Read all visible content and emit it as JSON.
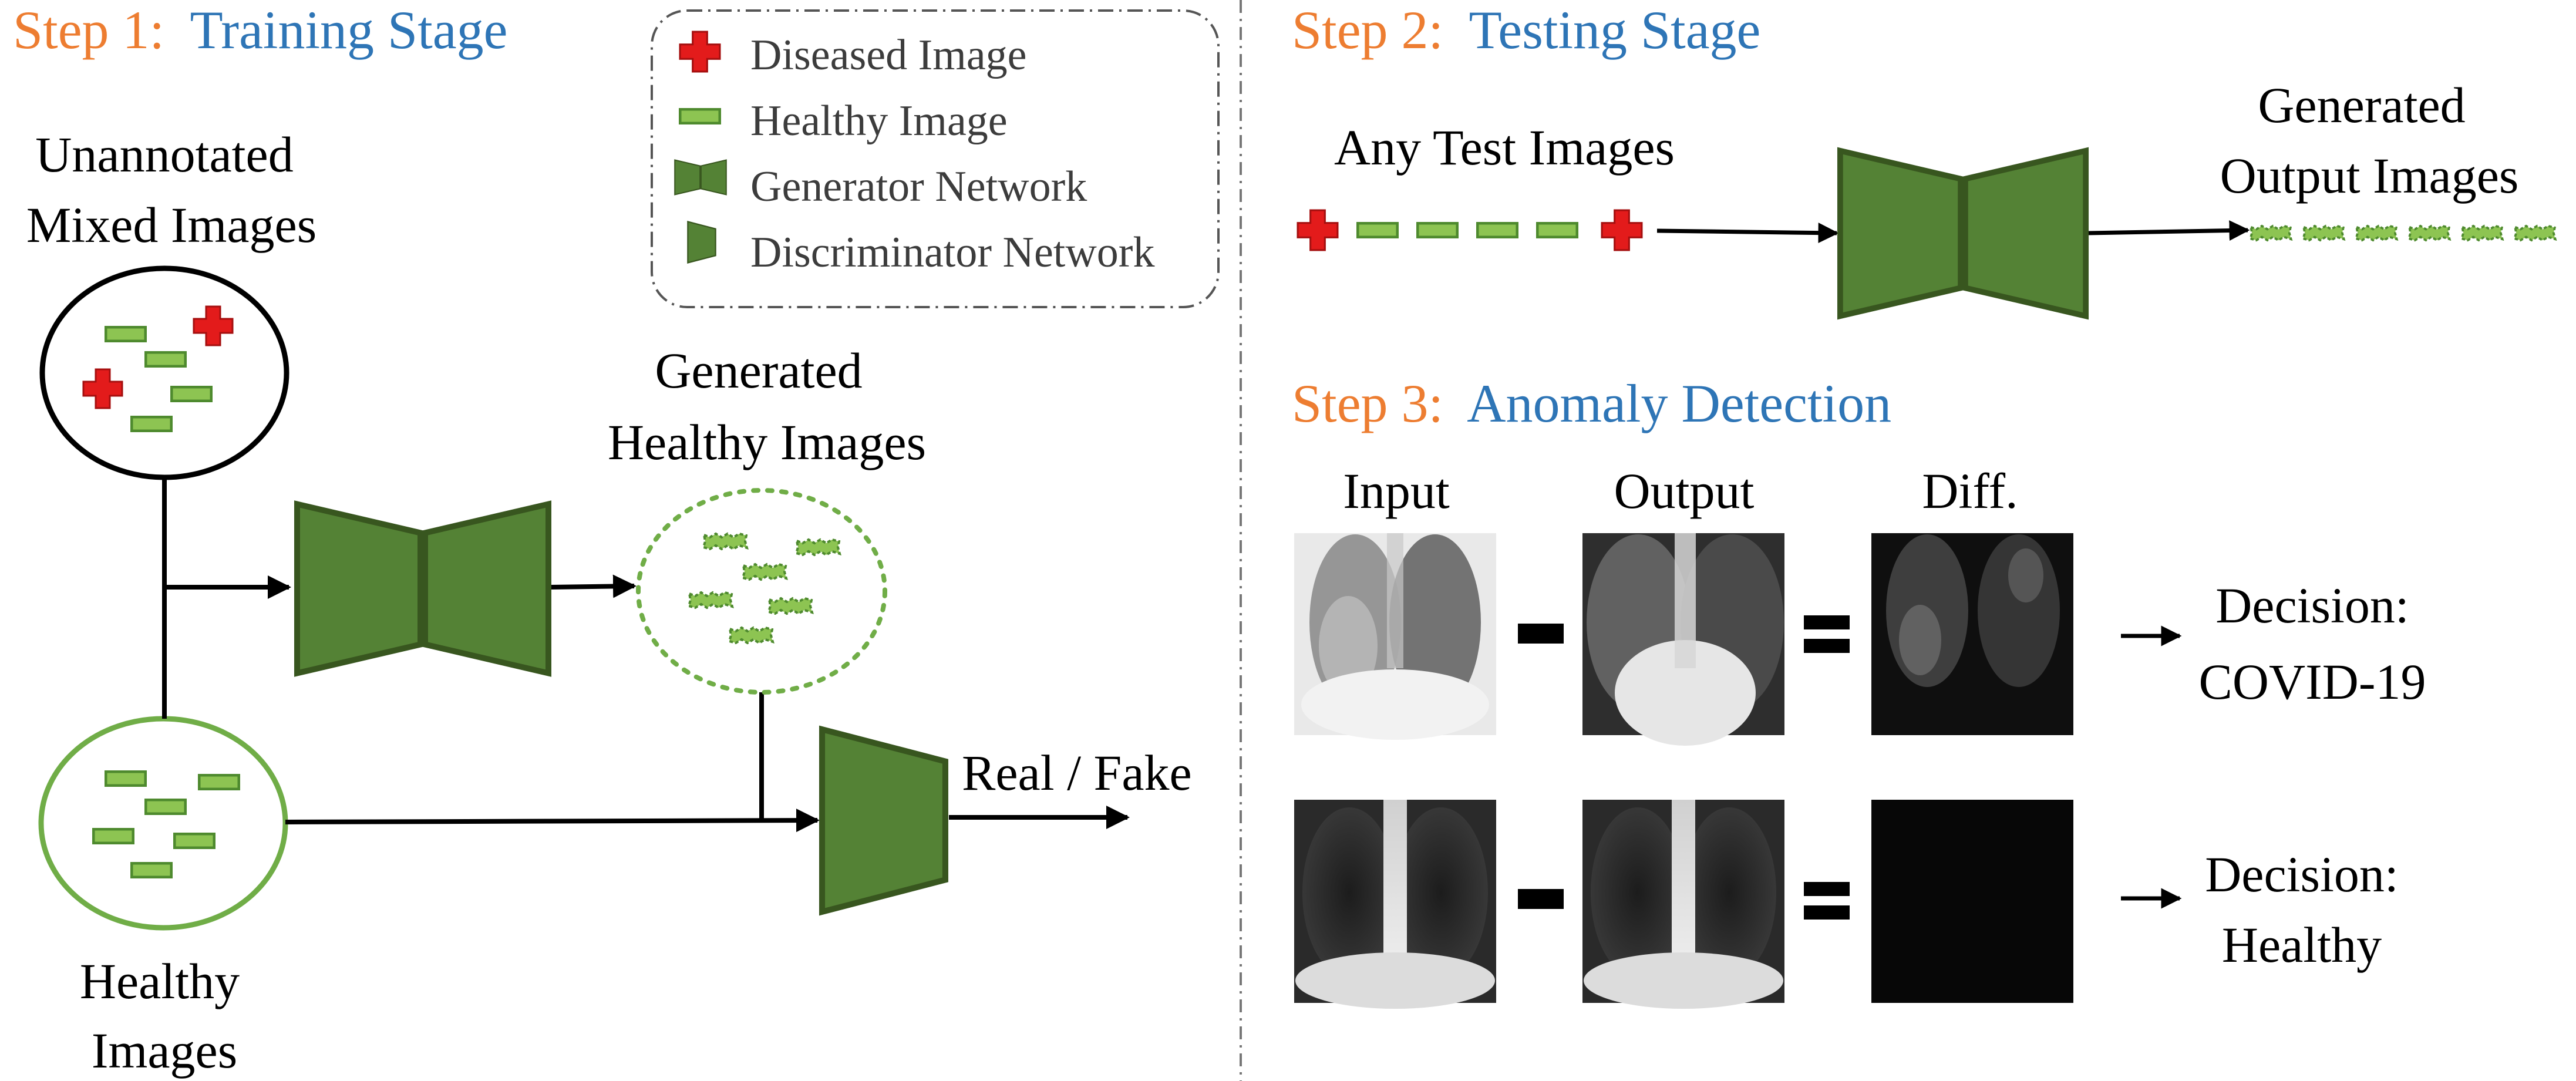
{
  "colors": {
    "step_orange": "#ED7D31",
    "stage_blue": "#2E75B6",
    "diseased_red": "#E31B1B",
    "healthy_fill": "#8DC452",
    "healthy_stroke": "#4E8A2E",
    "network_fill": "#548235",
    "network_stroke": "#38561F",
    "circle_green": "#70AD47"
  },
  "step1": {
    "step_label": "Step 1:",
    "stage_label": "Training Stage",
    "unannotated_line1": "Unannotated",
    "unannotated_line2": "Mixed Images",
    "generated_line1": "Generated",
    "generated_line2": "Healthy Images",
    "healthy_line1": "Healthy",
    "healthy_line2": "Images",
    "real_fake": "Real / Fake"
  },
  "legend": {
    "items": [
      {
        "icon": "diseased-image-icon",
        "label": "Diseased Image"
      },
      {
        "icon": "healthy-image-icon",
        "label": "Healthy Image"
      },
      {
        "icon": "generator-network-icon",
        "label": "Generator Network"
      },
      {
        "icon": "discriminator-network-icon",
        "label": "Discriminator Network"
      }
    ]
  },
  "step2": {
    "step_label": "Step 2:",
    "stage_label": "Testing Stage",
    "any_test_images": "Any Test Images",
    "output_line1": "Generated",
    "output_line2": "Output Images"
  },
  "step3": {
    "step_label": "Step 3:",
    "stage_label": "Anomaly Detection",
    "col_input": "Input",
    "col_output": "Output",
    "col_diff": "Diff.",
    "row1_decision_line1": "Decision:",
    "row1_decision_line2": "COVID-19",
    "row2_decision_line1": "Decision:",
    "row2_decision_line2": "Healthy"
  }
}
